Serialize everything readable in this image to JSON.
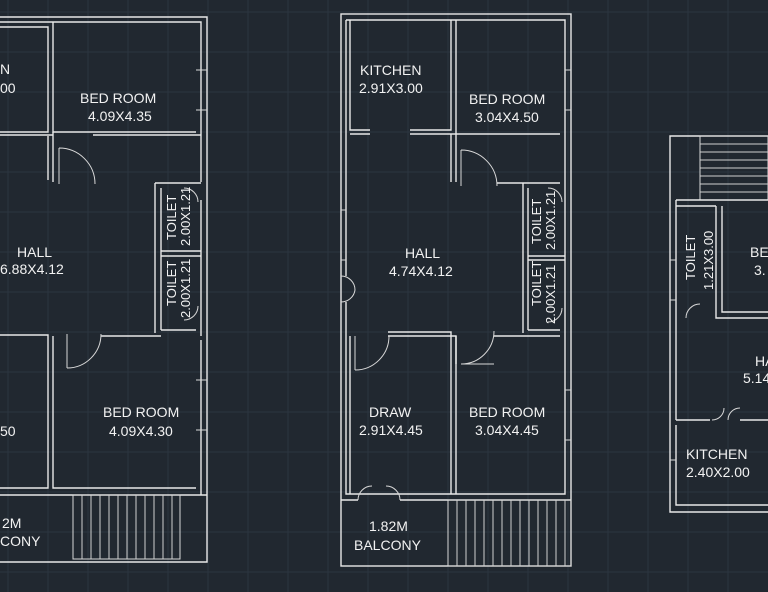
{
  "plans": {
    "left": {
      "rooms": [
        {
          "name": "N",
          "dims": "00"
        },
        {
          "name": "BED ROOM",
          "dims": "4.09X4.35"
        },
        {
          "name": "HALL",
          "dims": "6.88X4.12"
        },
        {
          "name": "TOILET",
          "dims": "2.00X1.21"
        },
        {
          "name": "TOILET",
          "dims": "2.00X1.21"
        },
        {
          "name": "",
          "dims": "50"
        },
        {
          "name": "BED ROOM",
          "dims": "4.09X4.30"
        }
      ],
      "balcony": {
        "size": "2M",
        "label": "CONY"
      }
    },
    "middle": {
      "rooms": [
        {
          "name": "KITCHEN",
          "dims": "2.91X3.00"
        },
        {
          "name": "BED ROOM",
          "dims": "3.04X4.50"
        },
        {
          "name": "TOILET",
          "dims": "2.00X1.21"
        },
        {
          "name": "TOILET",
          "dims": "2.00X1.21"
        },
        {
          "name": "HALL",
          "dims": "4.74X4.12"
        },
        {
          "name": "DRAW",
          "dims": "2.91X4.45"
        },
        {
          "name": "BED ROOM",
          "dims": "3.04X4.45"
        }
      ],
      "balcony": {
        "size": "1.82M",
        "label": "BALCONY"
      }
    },
    "right": {
      "rooms": [
        {
          "name": "TOILET",
          "dims": "1.21X3.00"
        },
        {
          "name": "BE",
          "dims": "3."
        },
        {
          "name": "HA",
          "dims": "5.14"
        },
        {
          "name": "KITCHEN",
          "dims": "2.40X2.00"
        }
      ]
    }
  },
  "colors": {
    "background": "#212830",
    "grid": "#2c3640",
    "line": "#e8e8e8",
    "text": "#f2f2f2"
  }
}
